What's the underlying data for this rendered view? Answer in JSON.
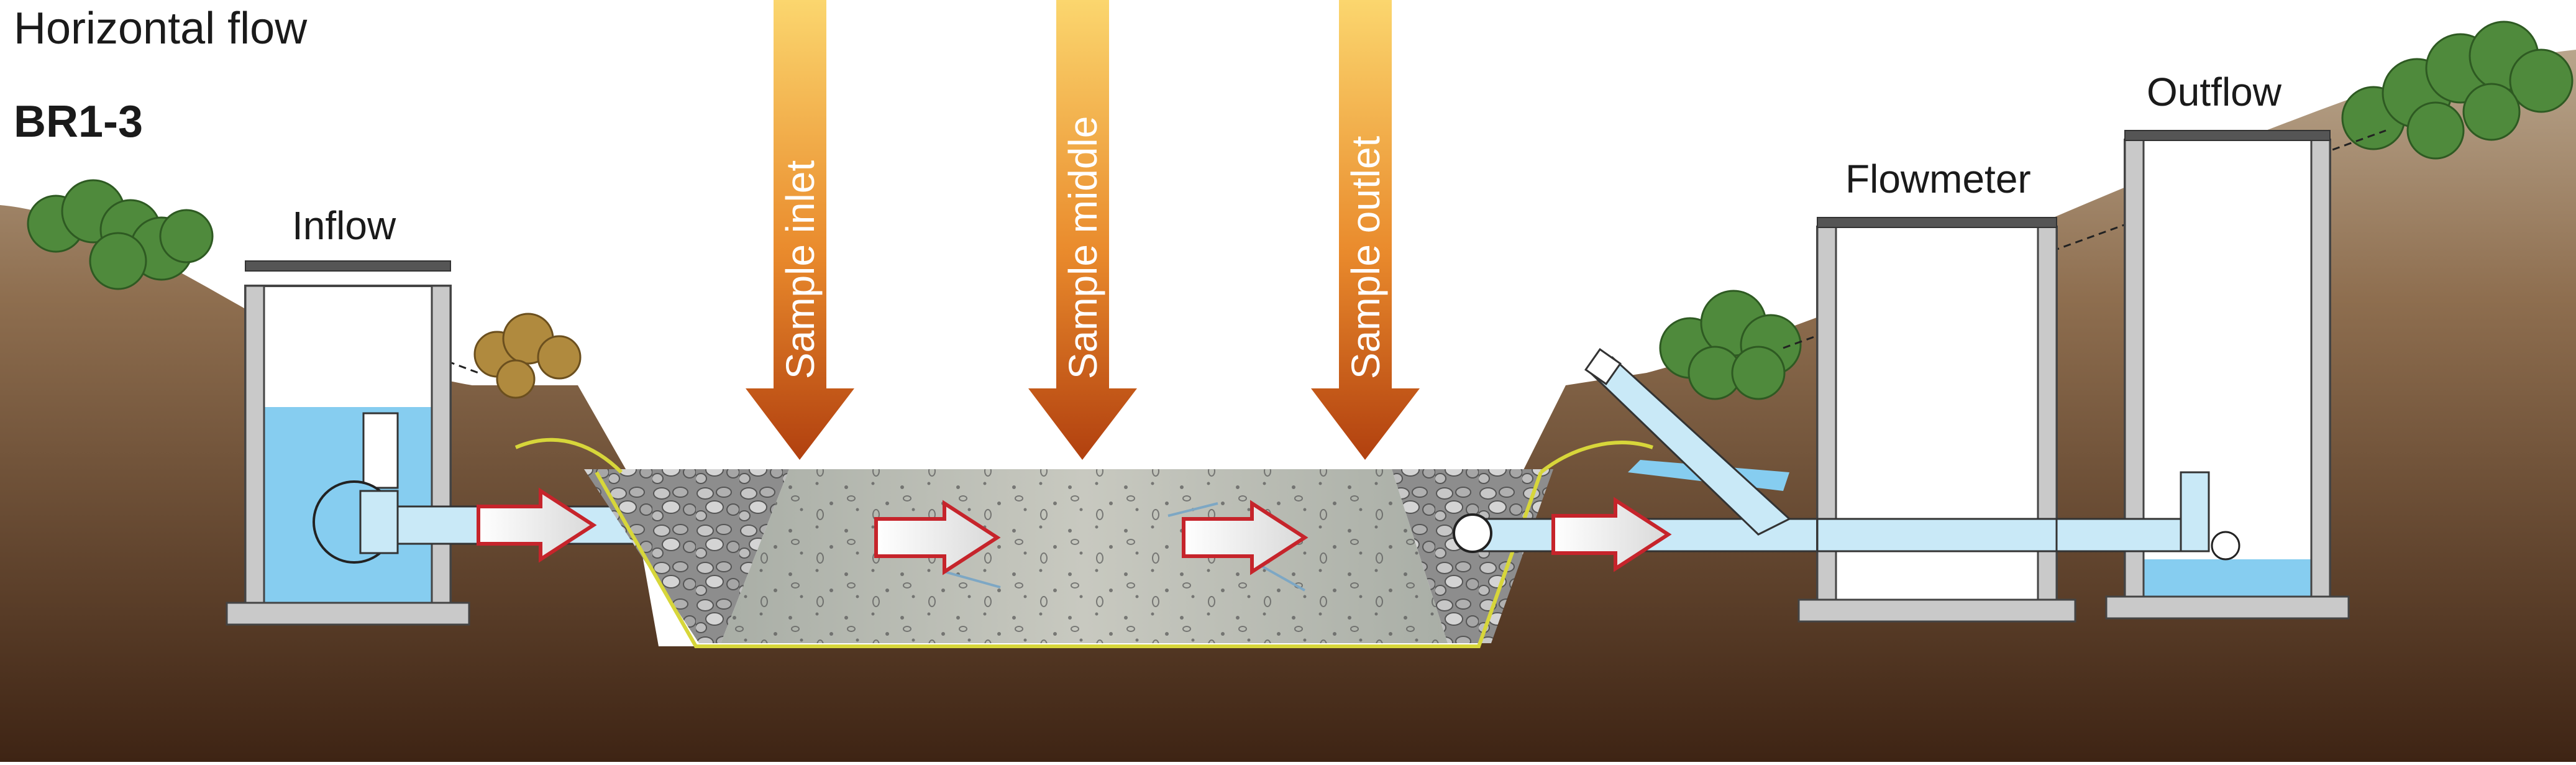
{
  "diagram": {
    "title": "Horizontal flow",
    "subtitle": "BR1-3",
    "labels": {
      "inflow": "Inflow",
      "flowmeter": "Flowmeter",
      "outflow": "Outflow"
    },
    "sample_points": [
      "Sample inlet",
      "Sample middle",
      "Sample outlet"
    ]
  },
  "colors": {
    "water": "#86cdf0",
    "soil_top": "#b09a82",
    "soil_bottom": "#4a2f1c",
    "gravel": "#8f8f8f",
    "filter_bed": "#b8bab0",
    "bed_outline": "#d7d63a",
    "flow_arrow": "#c6242b",
    "sample_arrow_top": "#fbd36a",
    "sample_arrow_bottom": "#b8440f",
    "pipe": "#c9e9f7",
    "tree": "#4f8a3c"
  }
}
